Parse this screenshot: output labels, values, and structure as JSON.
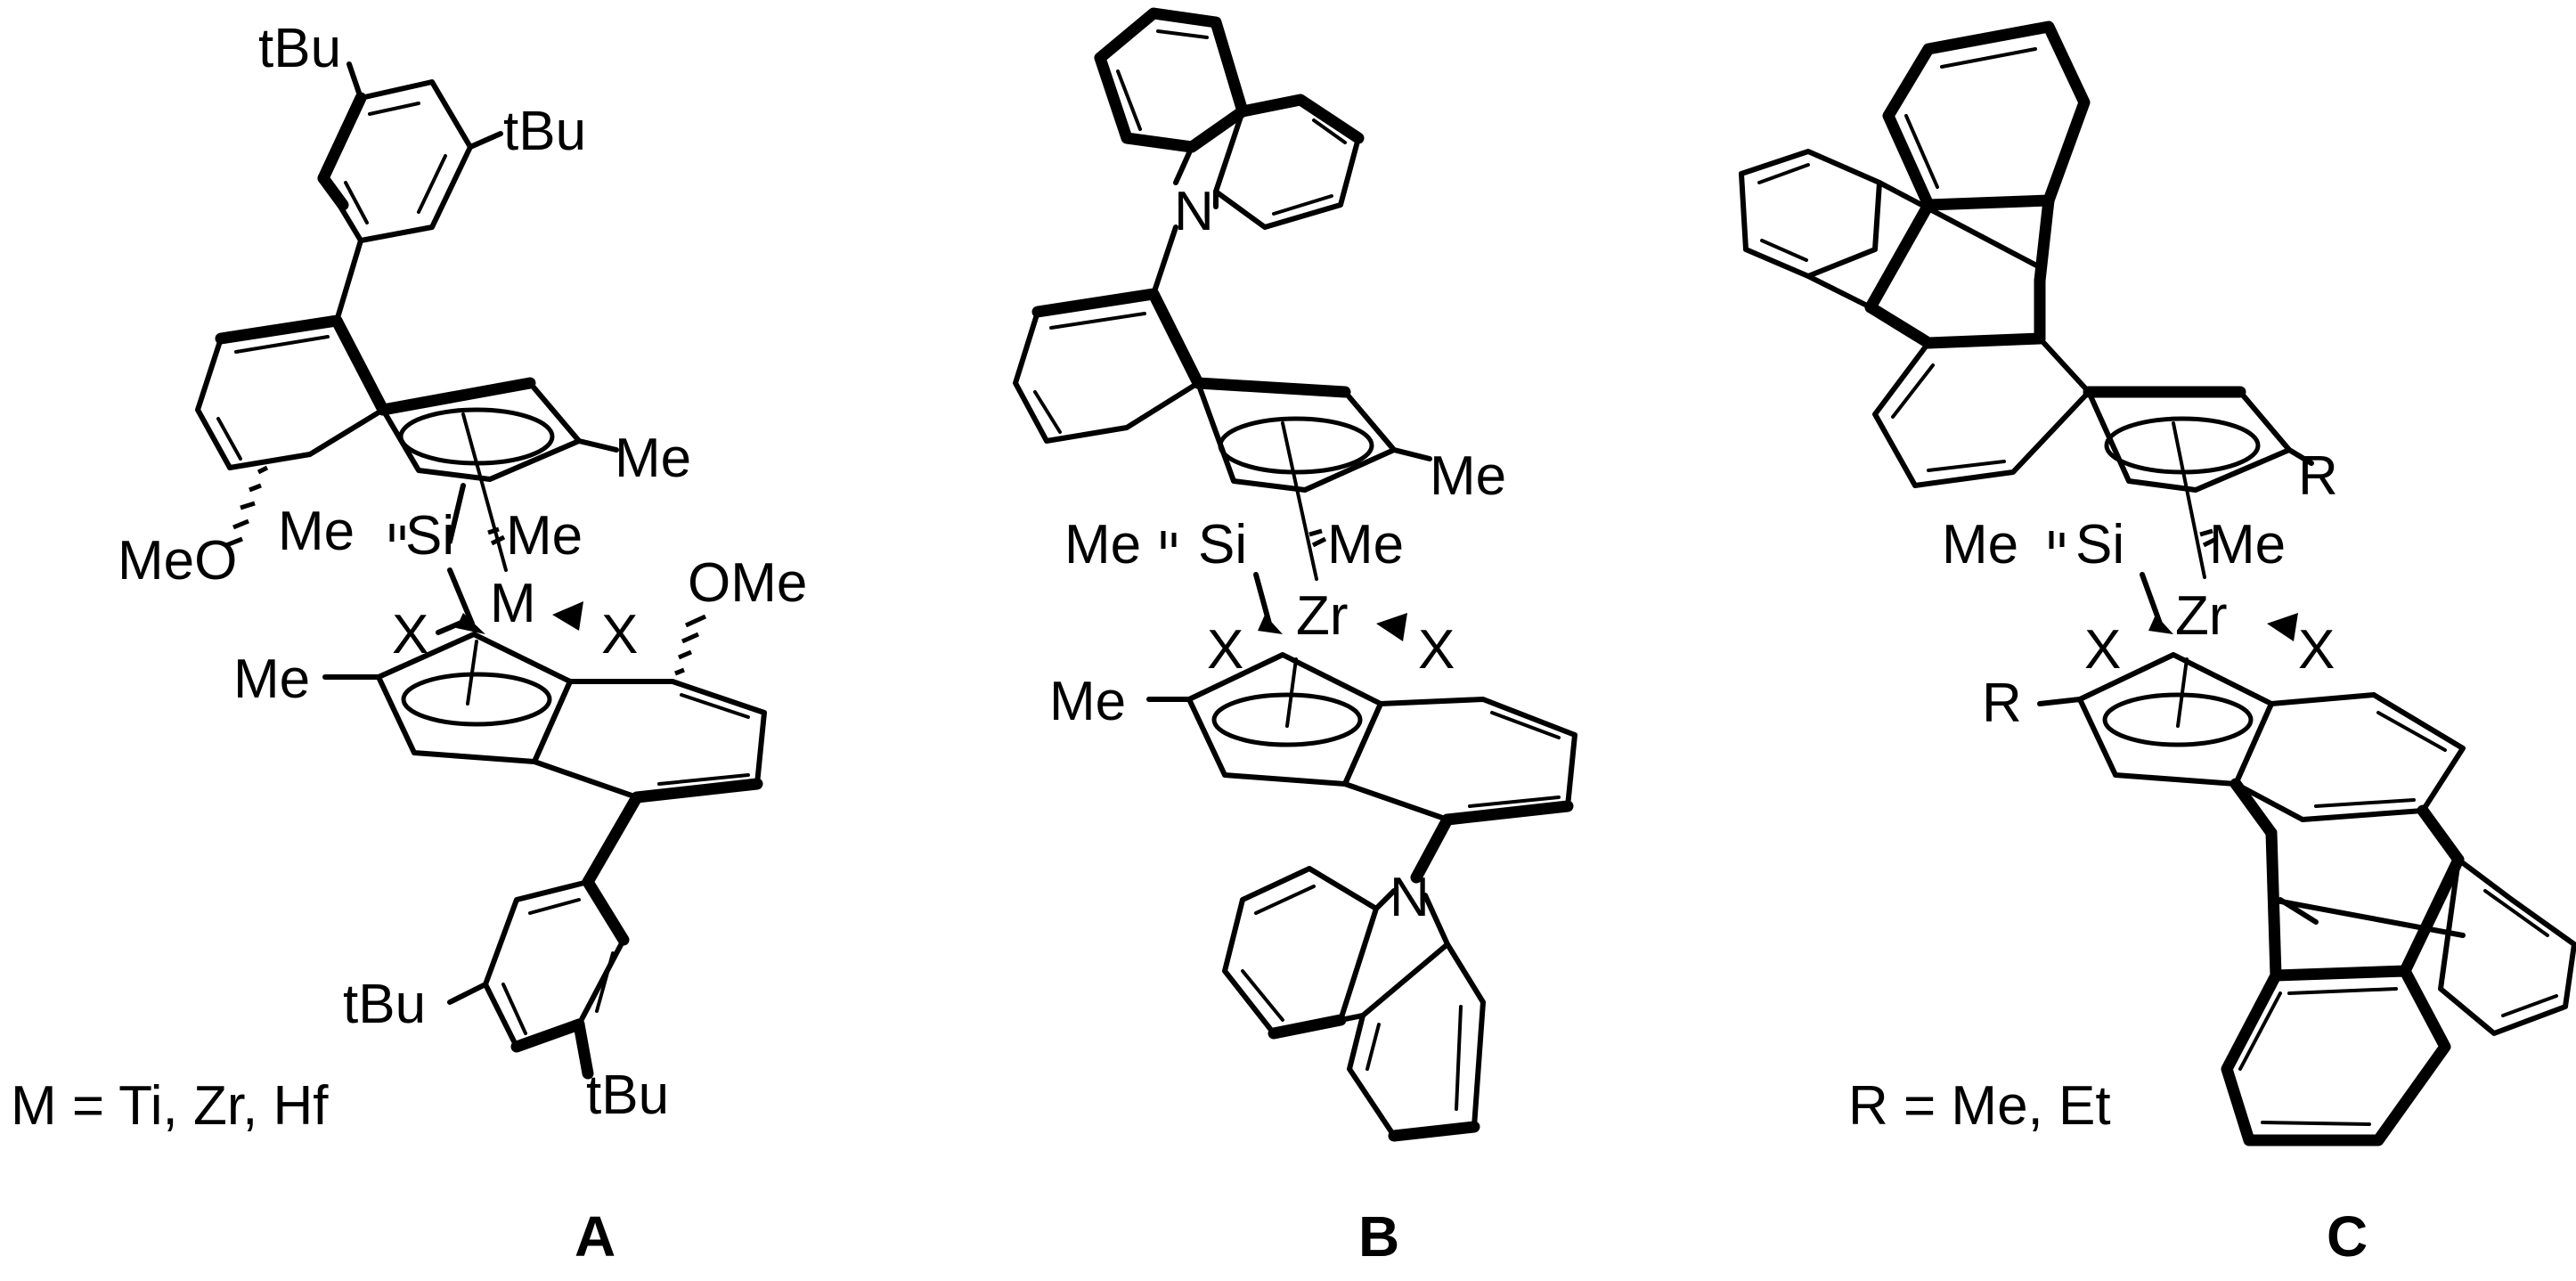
{
  "compounds": [
    {
      "id": "A",
      "label": "A",
      "legend": "M = Ti, Zr, Hf",
      "atoms": {
        "tbu_top_1": "tBu",
        "tbu_top_2": "tBu",
        "me_ring_top": "Me",
        "meo_left": "MeO",
        "si_me_left": "Me",
        "si": "Si",
        "si_me_right": "Me",
        "metal": "M",
        "x_left": "X",
        "x_right": "X",
        "ome_right": "OMe",
        "me_ring_bottom": "Me",
        "tbu_bottom_1": "tBu",
        "tbu_bottom_2": "tBu"
      }
    },
    {
      "id": "B",
      "label": "B",
      "legend": "",
      "atoms": {
        "n_top": "N",
        "me_ring_top": "Me",
        "si_me_left": "Me",
        "si": "Si",
        "si_me_right": "Me",
        "metal": "Zr",
        "x_left": "X",
        "x_right": "X",
        "me_ring_bottom": "Me",
        "n_bottom": "N"
      }
    },
    {
      "id": "C",
      "label": "C",
      "legend": "R = Me, Et",
      "atoms": {
        "r_top": "R",
        "si_me_left": "Me",
        "si": "Si",
        "si_me_right": "Me",
        "metal": "Zr",
        "x_left": "X",
        "x_right": "X",
        "r_bottom": "R"
      }
    }
  ]
}
